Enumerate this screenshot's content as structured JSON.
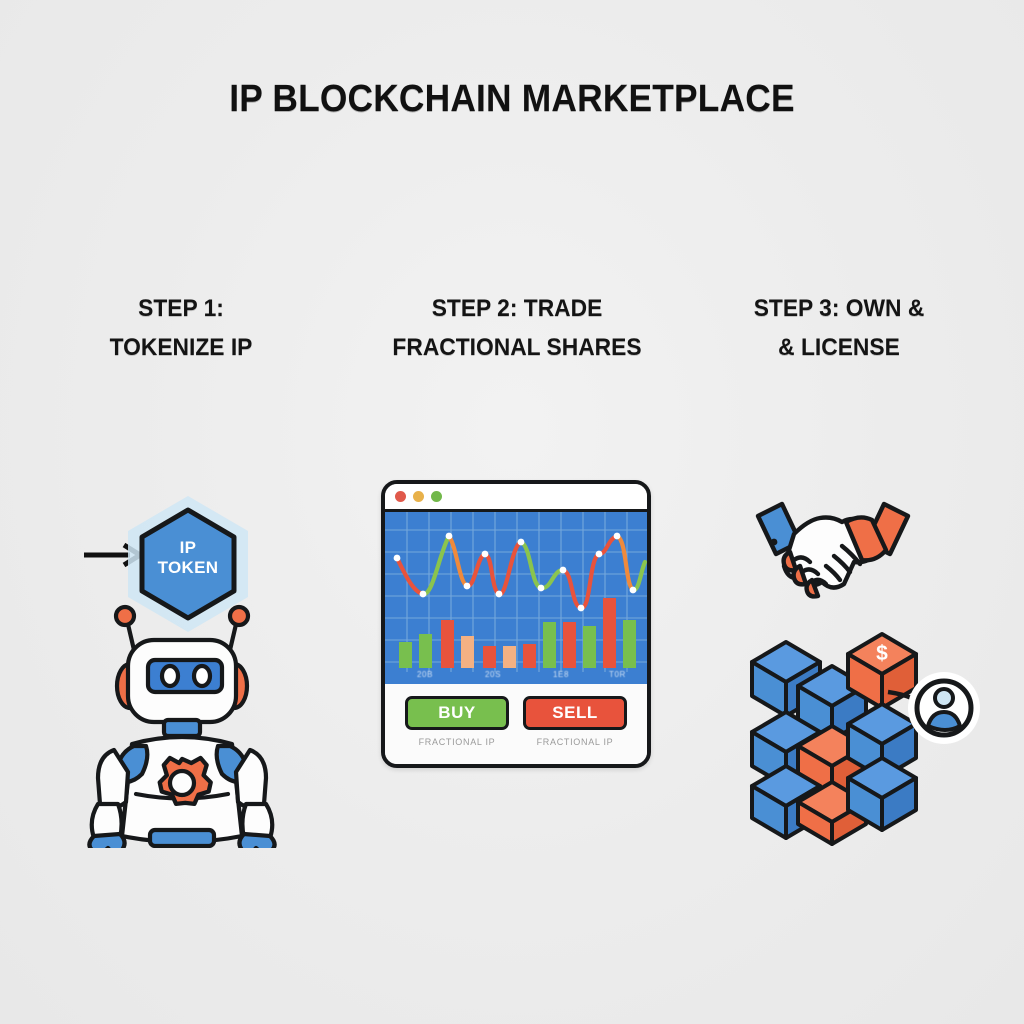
{
  "page": {
    "title": "IP BLOCKCHAIN MARKETPLACE",
    "background_color": "#ececec"
  },
  "colors": {
    "blue": "#3c7fd1",
    "light_blue": "#7fb6e4",
    "hex_blue": "#4a8fd4",
    "hex_glow": "#cfe6f4",
    "orange": "#ef6f47",
    "red": "#e8533c",
    "green": "#78bf4e",
    "outline": "#16181a",
    "white": "#ffffff",
    "muted_text": "#9a9a9a"
  },
  "steps": [
    {
      "id": "step-1",
      "heading_lines": [
        "STEP 1:",
        "TOKENIZE IP"
      ],
      "icons": {
        "arrow": "arrow-right-icon",
        "token": "hexagon-token-icon",
        "character": "robot-icon"
      },
      "token": {
        "label_line_1": "IP",
        "label_line_2": "TOKEN"
      }
    },
    {
      "id": "step-2",
      "heading_lines": [
        "STEP 2: TRADE",
        "FRACTIONAL SHARES"
      ],
      "window": {
        "traffic_lights": [
          "#e0594b",
          "#e8b14a",
          "#72b84a"
        ],
        "buy": {
          "label": "BUY",
          "caption": "FRACTIONAL IP",
          "color": "#78bf4e"
        },
        "sell": {
          "label": "SELL",
          "caption": "FRACTIONAL IP",
          "color": "#e8533c"
        }
      }
    },
    {
      "id": "step-3",
      "heading_lines": [
        "STEP 3: OWN &",
        "& LICENSE"
      ],
      "icons": {
        "agreement": "handshake-icon",
        "network": "blockchain-cubes-icon",
        "owner": "person-badge-icon"
      },
      "blocks": {
        "value_symbol": "$"
      }
    }
  ],
  "chart_data": {
    "type": "line",
    "title": "",
    "xlabel": "",
    "ylabel": "",
    "grid": true,
    "legend": false,
    "xlim": [
      0,
      12
    ],
    "ylim": [
      0,
      10
    ],
    "x_tick_labels": [
      "20B",
      "20S",
      "1E8",
      "T0R"
    ],
    "series": [
      {
        "name": "price-line",
        "type": "line",
        "stroke_colors": [
          "#e8533c",
          "#8ac44e",
          "#ef8a3c"
        ],
        "marker_color": "#ffffff",
        "x": [
          0,
          1,
          2,
          3,
          4,
          5,
          6,
          7,
          8,
          9,
          10,
          11
        ],
        "values": [
          7.2,
          4.4,
          9.3,
          5.3,
          8.0,
          4.6,
          5.0,
          6.2,
          3.2,
          8.2,
          9.2,
          4.8
        ]
      },
      {
        "name": "volume-bars",
        "type": "bar",
        "x": [
          0,
          1,
          2,
          3,
          4,
          5,
          6,
          7,
          8,
          9,
          10,
          11
        ],
        "values": [
          1.0,
          1.6,
          2.9,
          1.5,
          0.9,
          0.9,
          1.0,
          2.7,
          2.7,
          2.4,
          4.6,
          2.9
        ],
        "colors": [
          "#78bf4e",
          "#78bf4e",
          "#e8533c",
          "#f4b183",
          "#e8533c",
          "#f4b183",
          "#e8533c",
          "#78bf4e",
          "#e8533c",
          "#78bf4e",
          "#e8533c",
          "#78bf4e"
        ]
      }
    ]
  }
}
